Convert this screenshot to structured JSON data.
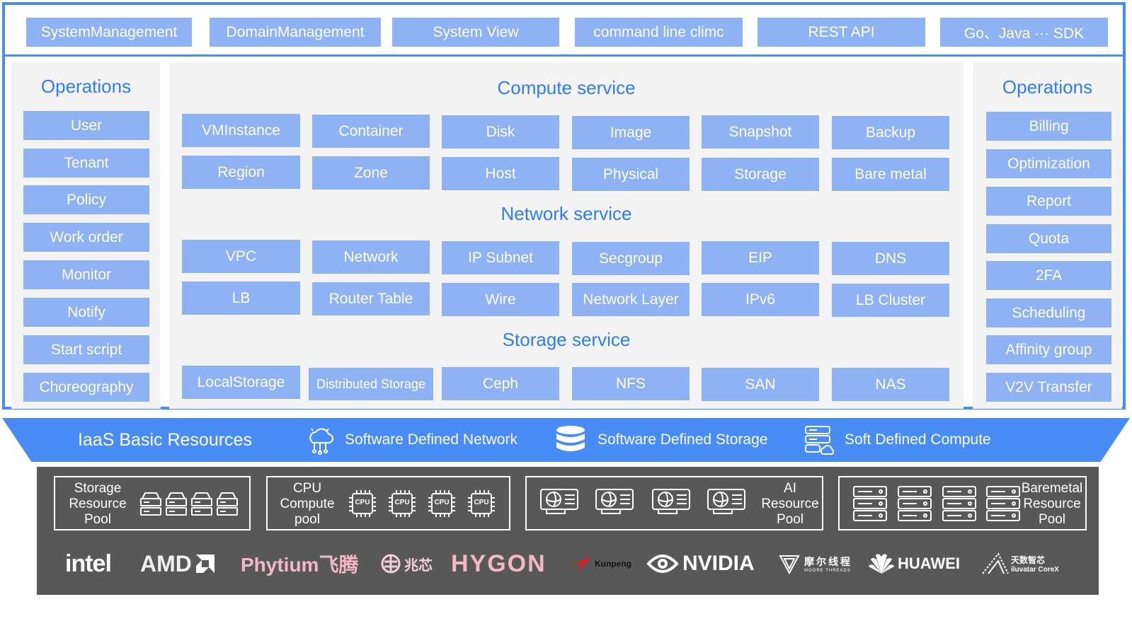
{
  "top_bar": [
    "SystemManagement",
    "DomainManagement",
    "System View",
    "command line climc",
    "REST API",
    "Go、Java ··· SDK"
  ],
  "left_ops": {
    "title": "Operations",
    "items": [
      "User",
      "Tenant",
      "Policy",
      "Work order",
      "Monitor",
      "Notify",
      "Start script",
      "Choreography"
    ]
  },
  "right_ops": {
    "title": "Operations",
    "items": [
      "Billing",
      "Optimization",
      "Report",
      "Quota",
      "2FA",
      "Scheduling",
      "Affinity group",
      "V2V Transfer"
    ]
  },
  "compute": {
    "title": "Compute service",
    "row1": [
      "VMInstance",
      "Container",
      "Disk",
      "Image",
      "Snapshot",
      "Backup"
    ],
    "row2": [
      "Region",
      "Zone",
      "Host",
      "Physical",
      "Storage",
      "Bare metal"
    ]
  },
  "network": {
    "title": "Network service",
    "row1": [
      "VPC",
      "Network",
      "IP Subnet",
      "Secgroup",
      "EIP",
      "DNS"
    ],
    "row2": [
      "LB",
      "Router Table",
      "Wire",
      "Network Layer",
      "IPv6",
      "LB Cluster"
    ]
  },
  "storage": {
    "title": "Storage service",
    "row1": [
      "LocalStorage",
      "Distributed Storage",
      "Ceph",
      "NFS",
      "SAN",
      "NAS"
    ]
  },
  "banner": {
    "title": "IaaS Basic Resources",
    "sdn": "Software Defined Network",
    "sds": "Software Defined Storage",
    "sdc": "Soft Defined Compute"
  },
  "pools": {
    "storage": "Storage\nResource\nPool",
    "cpu": "CPU\nCompute\npool",
    "ai": "AI\nResource\nPool",
    "baremetal": "Baremetal\nResource\nPool",
    "cpu_chip_label": "CPU"
  },
  "vendors": {
    "intel": "intel",
    "amd": "AMD",
    "phytium": "Phytium飞腾",
    "zhaoxin": "兆芯",
    "hygon": "HYGON",
    "kunpeng": "Kunpeng",
    "nvidia": "NVIDIA",
    "moore_cn": "摩尔线程",
    "moore_en": "MOORE THREADS",
    "huawei": "HUAWEI",
    "iluvatar_cn": "天数智芯",
    "iluvatar_en": "iluvatar CoreX"
  },
  "colors": {
    "accent": "#4a8cf5",
    "box": "#8fb2f5",
    "title": "#2f7cf3",
    "dark": "#585858"
  }
}
